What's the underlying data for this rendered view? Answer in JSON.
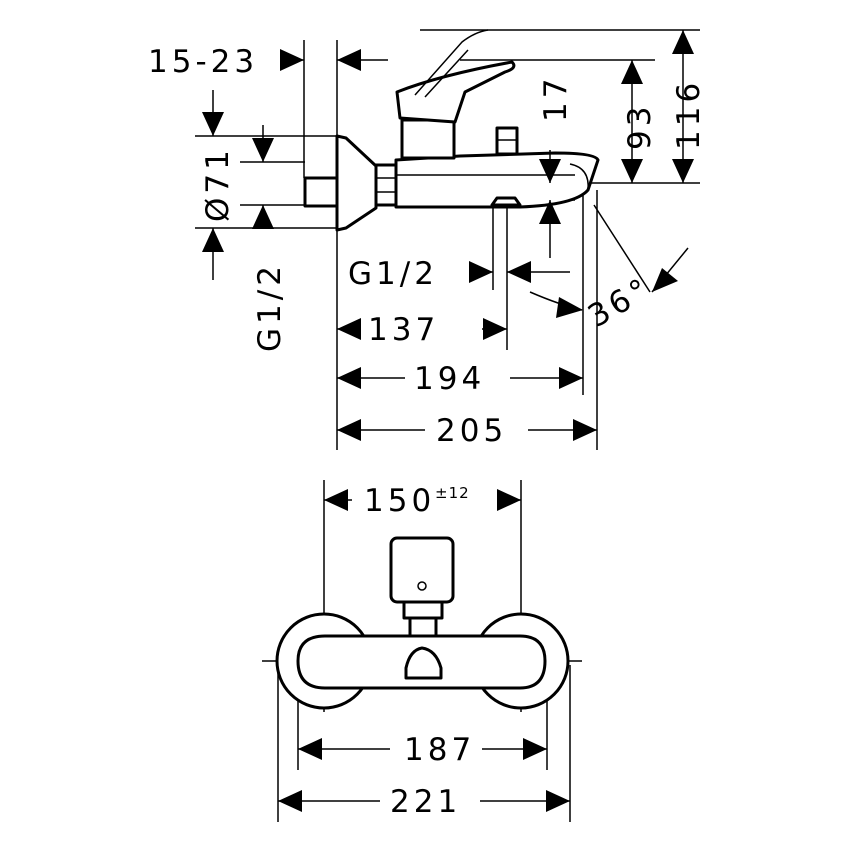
{
  "dimensions": {
    "offset": "15-23",
    "diameter": "Ø71",
    "connection_left": "G1/2",
    "connection_bottom": "G1/2",
    "spout_height": "17",
    "height_93": "93",
    "height_116": "116",
    "angle": "36°",
    "spout_reach_137": "137",
    "reach_194": "194",
    "reach_205": "205",
    "centers": "150",
    "centers_tolerance": "±12",
    "width_187": "187",
    "width_221": "221"
  }
}
